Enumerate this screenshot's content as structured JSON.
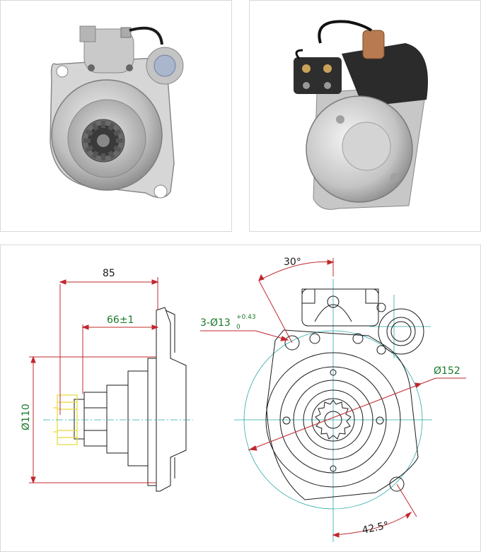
{
  "photos": {
    "front_view": "starter-motor-front-photo",
    "rear_view": "starter-motor-rear-photo"
  },
  "dimensions": {
    "length_overall": "85",
    "flange_to_pinion": "66±1",
    "flange_dia": "Ø110",
    "mount_holes_prefix": "3-Ø13",
    "mount_holes_tol_plus": "+0.43",
    "mount_holes_tol_minus": "0",
    "bolt_circle": "Ø152",
    "angle_top": "30°",
    "angle_bottom": "42.5°"
  },
  "colors": {
    "dimension_red": "#c0282e",
    "dimension_text": "#1a7a2a",
    "centerline_teal": "#2aa6a6",
    "outline_black": "#1a1a1a",
    "pinion_yellow": "#e6d83a"
  }
}
